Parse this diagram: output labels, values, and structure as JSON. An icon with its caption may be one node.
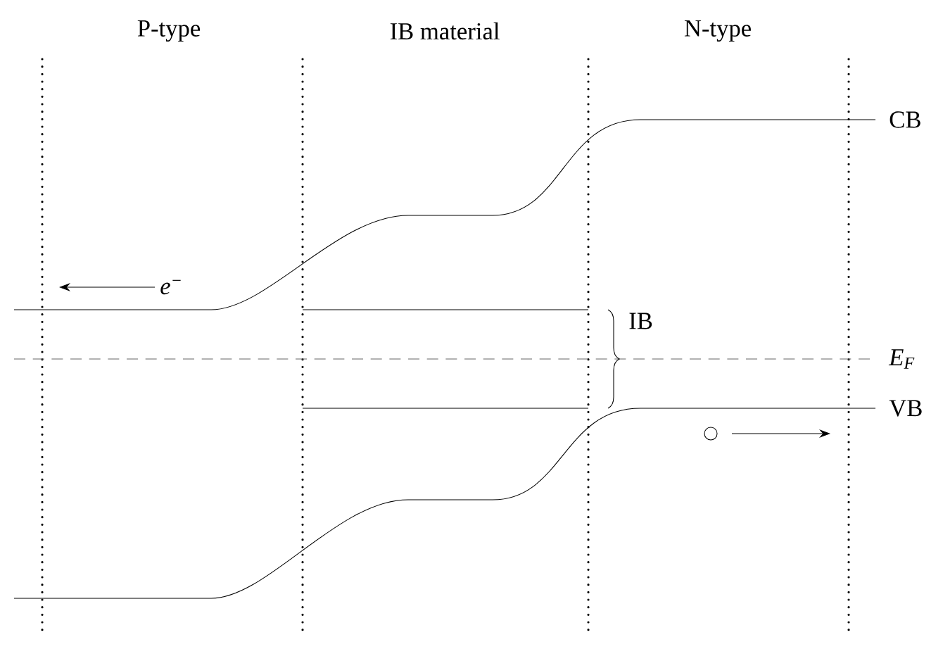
{
  "diagram": {
    "labels": [
      "P-type",
      "IB material",
      "N-type",
      "CB",
      "e$^{−}$",
      "IB",
      "E$_{F}$",
      "VB"
    ]
  }
}
